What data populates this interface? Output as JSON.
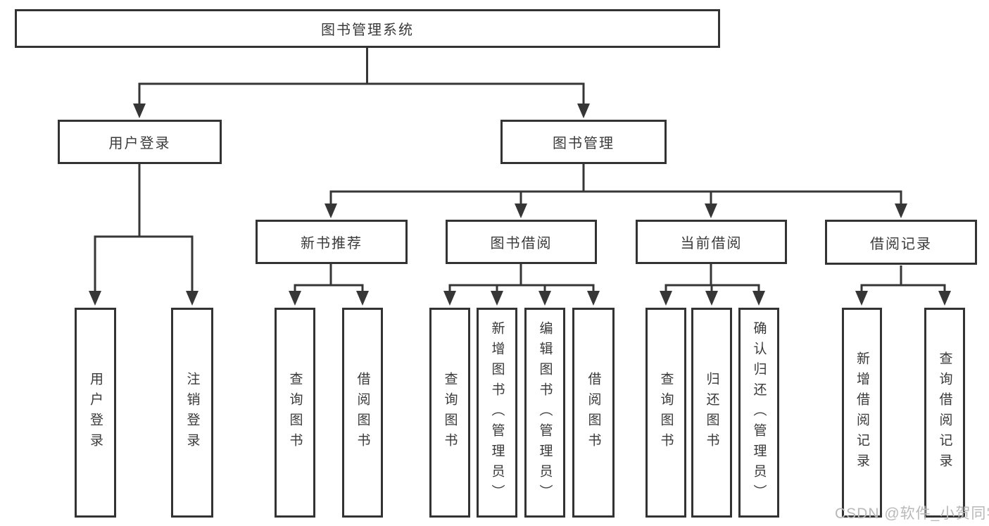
{
  "diagram": {
    "watermark": "CSDN @软件_小贺同学",
    "colors": {
      "background": "#ffffff",
      "line": "#363636",
      "box_border": "#333333",
      "text": "#3a3a3a",
      "watermark": "#b9b9b9"
    },
    "nodes": {
      "root": {
        "label": "图书管理系统"
      },
      "level2": [
        {
          "label": "用户登录"
        },
        {
          "label": "图书管理"
        }
      ],
      "level3": [
        {
          "label": "新书推荐"
        },
        {
          "label": "图书借阅"
        },
        {
          "label": "当前借阅"
        },
        {
          "label": "借阅记录"
        }
      ],
      "leaves": {
        "login": [
          {
            "label": "用户登录"
          },
          {
            "label": "注销登录"
          }
        ],
        "recommend": [
          {
            "label": "查询图书"
          },
          {
            "label": "借阅图书"
          }
        ],
        "borrow": [
          {
            "label": "查询图书"
          },
          {
            "label": "新增图书（管理员）"
          },
          {
            "label": "编辑图书（管理员）"
          },
          {
            "label": "借阅图书"
          }
        ],
        "current": [
          {
            "label": "查询图书"
          },
          {
            "label": "归还图书"
          },
          {
            "label": "确认归还（管理员）"
          }
        ],
        "records": [
          {
            "label": "新增借阅记录"
          },
          {
            "label": "查询借阅记录"
          }
        ]
      }
    }
  }
}
